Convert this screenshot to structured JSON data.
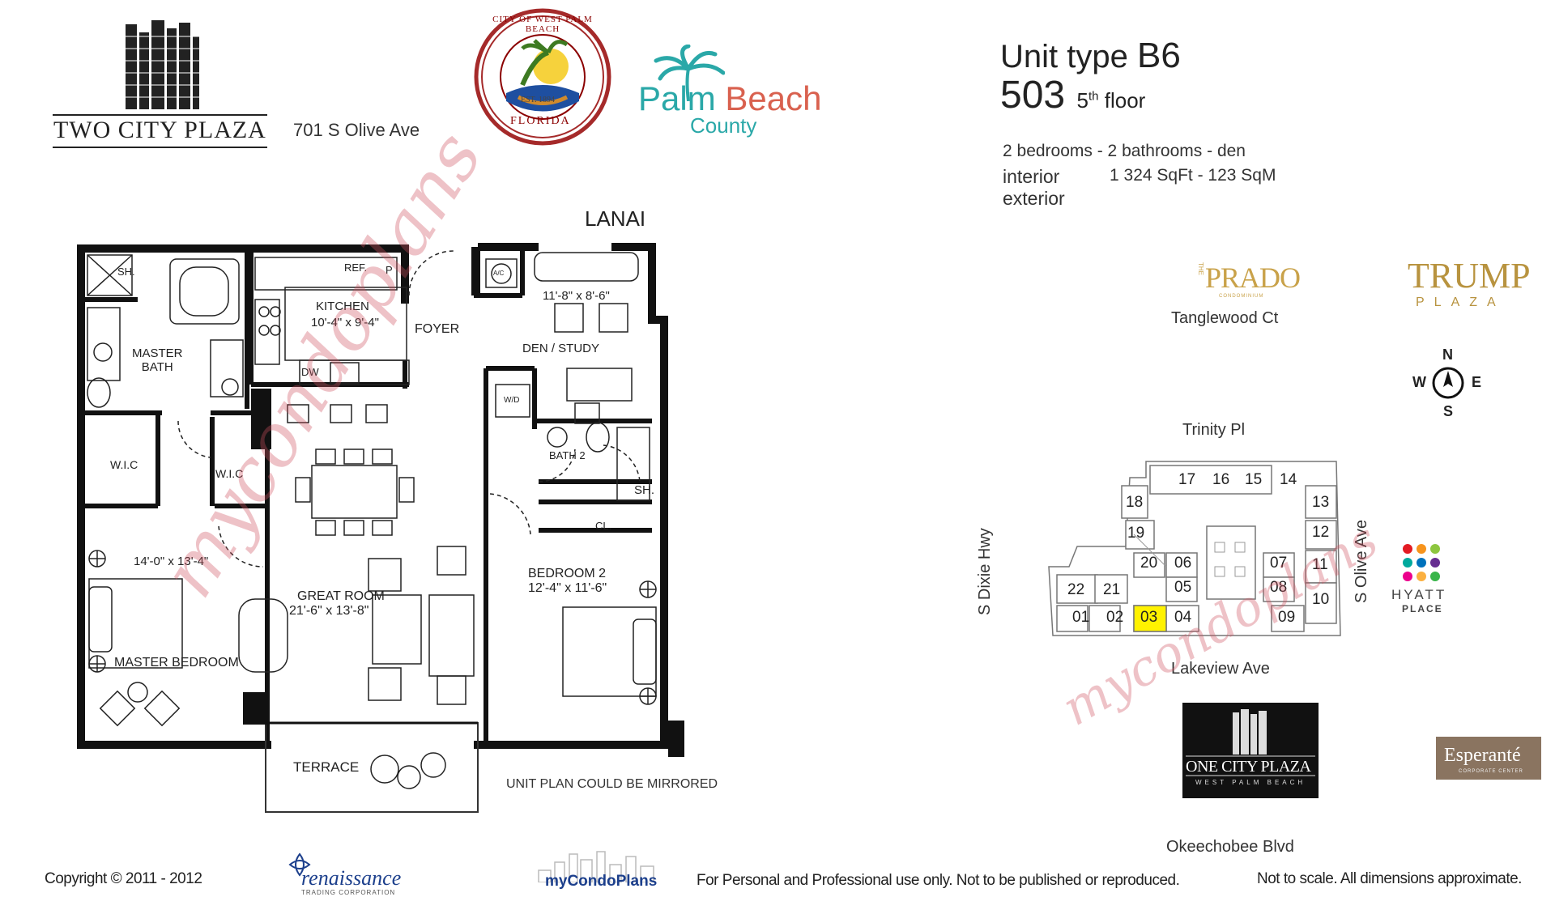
{
  "header": {
    "building_name": "TWO CITY PLAZA",
    "address": "701 S Olive Ave",
    "seal": {
      "arc_text": "CITY OF WEST PALM BEACH",
      "state": "FLORIDA",
      "est": "EST. 1894"
    },
    "county_logo": {
      "line1_a": "Palm",
      "line1_b": "Beach",
      "line2": "County"
    }
  },
  "unit": {
    "type_label": "Unit type",
    "type_code": "B6",
    "number": "503",
    "floor_num": "5",
    "floor_suffix": "th",
    "floor_word": "floor",
    "summary": "2 bedrooms - 2 bathrooms - den",
    "interior_label": "interior",
    "interior_value": "1 324 SqFt - 123 SqM",
    "exterior_label": "exterior"
  },
  "floorplan": {
    "lanai": "LANAI",
    "rooms": {
      "sh1": "SH.",
      "master_bath": "MASTER\nBATH",
      "kitchen": "KITCHEN",
      "kitchen_dim": "10'-4\" x 9'-4\"",
      "ref": "REF.",
      "p": "P",
      "dw": "DW",
      "foyer": "FOYER",
      "ac": "A/C",
      "den_dim": "11'-8\" x 8'-6\"",
      "den": "DEN / STUDY",
      "wd": "W/D",
      "bath2": "BATH 2",
      "sh2": "SH.",
      "cl": "CL.",
      "wic1": "W.I.C",
      "wic2": "W.I.C",
      "master_dim": "14'-0\" x 13'-4\"",
      "master": "MASTER BEDROOM",
      "great_room": "GREAT ROOM",
      "great_dim": "21'-6\" x 13'-8\"",
      "bedroom2": "BEDROOM 2",
      "bedroom2_dim": "12'-4\" x 11'-6\"",
      "terrace": "TERRACE"
    },
    "note": "UNIT PLAN COULD BE MIRRORED"
  },
  "site_map": {
    "landmarks": {
      "prado_logo": "PRADO",
      "prado_pre": "THE",
      "prado_sub": "CONDOMINIUM",
      "tanglewood": "Tanglewood Ct",
      "trump_logo": "TRUMP",
      "trump_sub": "PLAZA",
      "trinity": "Trinity Pl",
      "lakeview": "Lakeview Ave",
      "okeechobee": "Okeechobee Blvd",
      "dixie": "S Dixie Hwy",
      "olive": "S Olive Ave",
      "hyatt_1": "HYATT",
      "hyatt_2": "PLACE",
      "one_city_1": "ONE CITY PLAZA",
      "one_city_2": "WEST PALM BEACH",
      "esperante": "Esperanté",
      "esperante_sub": "CORPORATE CENTER"
    },
    "compass": {
      "n": "N",
      "s": "S",
      "e": "E",
      "w": "W"
    },
    "units": [
      "01",
      "02",
      "03",
      "04",
      "05",
      "06",
      "07",
      "08",
      "09",
      "10",
      "11",
      "12",
      "13",
      "14",
      "15",
      "16",
      "17",
      "18",
      "19",
      "20",
      "21",
      "22"
    ],
    "highlighted_unit": "03",
    "highlight_color": "#fff200"
  },
  "footer": {
    "copyright": "Copyright © 2011 - 2012",
    "renaissance": "renaissance",
    "renaissance_sub": "TRADING CORPORATION",
    "mycondo": "myCondoPlans",
    "usage": "For Personal and Professional use only.  Not to be published or reproduced.",
    "scale": "Not to scale.  All dimensions approximate."
  },
  "watermark": "mycondoplans"
}
